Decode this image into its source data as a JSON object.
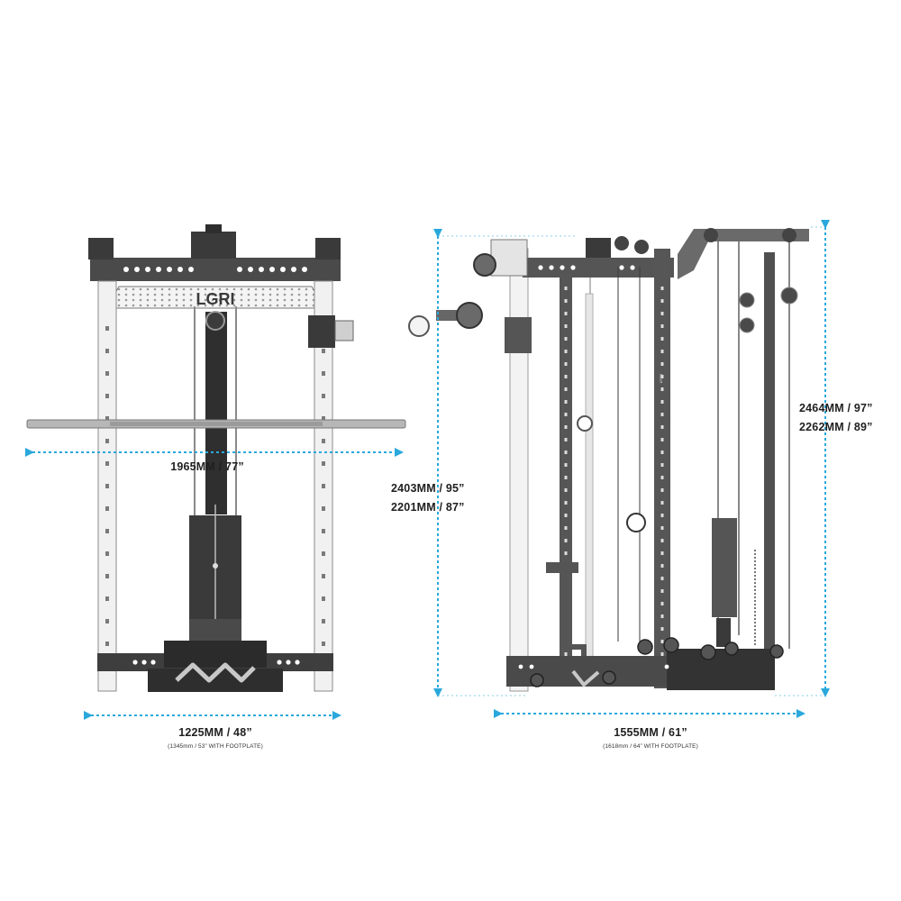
{
  "front_view": {
    "logo_text": "LGRI",
    "width_label": "1225MM / 48”",
    "width_note": "(1345mm / 53” WITH FOOTPLATE)",
    "bar_width_label": "1965MM / 77”"
  },
  "side_view": {
    "depth_label": "1555MM / 61”",
    "depth_note": "(1618mm / 64” WITH FOOTPLATE)",
    "rack_height_label_1": "2403MM / 95”",
    "rack_height_label_2": "2201MM / 87”",
    "total_height_label_1": "2464MM / 97”",
    "total_height_label_2": "2262MM / 89”",
    "upright_stamp": "ATSR"
  },
  "colors": {
    "dimension_arrow": "#2aa8dc",
    "frame_white": "#f2f2f2",
    "frame_dark": "#555555",
    "steel": "#3e3e3e",
    "label_text": "#1f1f1f"
  }
}
